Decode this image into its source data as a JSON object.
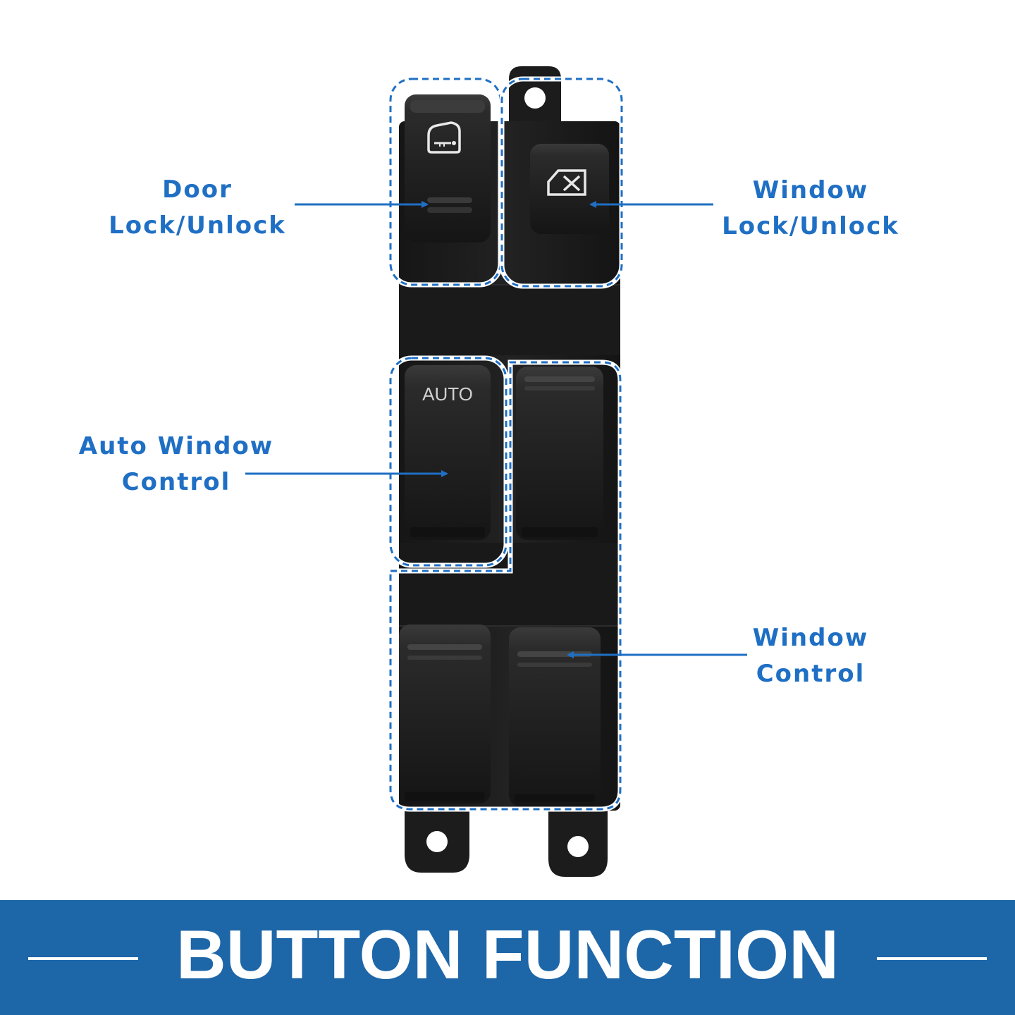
{
  "callouts": {
    "door_lock": {
      "line1": "Door",
      "line2": "Lock/Unlock"
    },
    "window_lock": {
      "line1": "Window",
      "line2": "Lock/Unlock"
    },
    "auto_window": {
      "line1": "Auto Window",
      "line2": "Control"
    },
    "window_control": {
      "line1": "Window",
      "line2": "Control"
    }
  },
  "switch": {
    "auto_label": "AUTO"
  },
  "icons": {
    "door_lock_button": "door-lock-icon",
    "window_lock_button": "window-lock-icon"
  },
  "banner": {
    "title": "BUTTON FUNCTION"
  },
  "colors": {
    "accent_blue": "#1f6fc4",
    "banner_blue": "#1d66a8",
    "switch_body": "#1b1b1b",
    "button_face": "#262626"
  }
}
